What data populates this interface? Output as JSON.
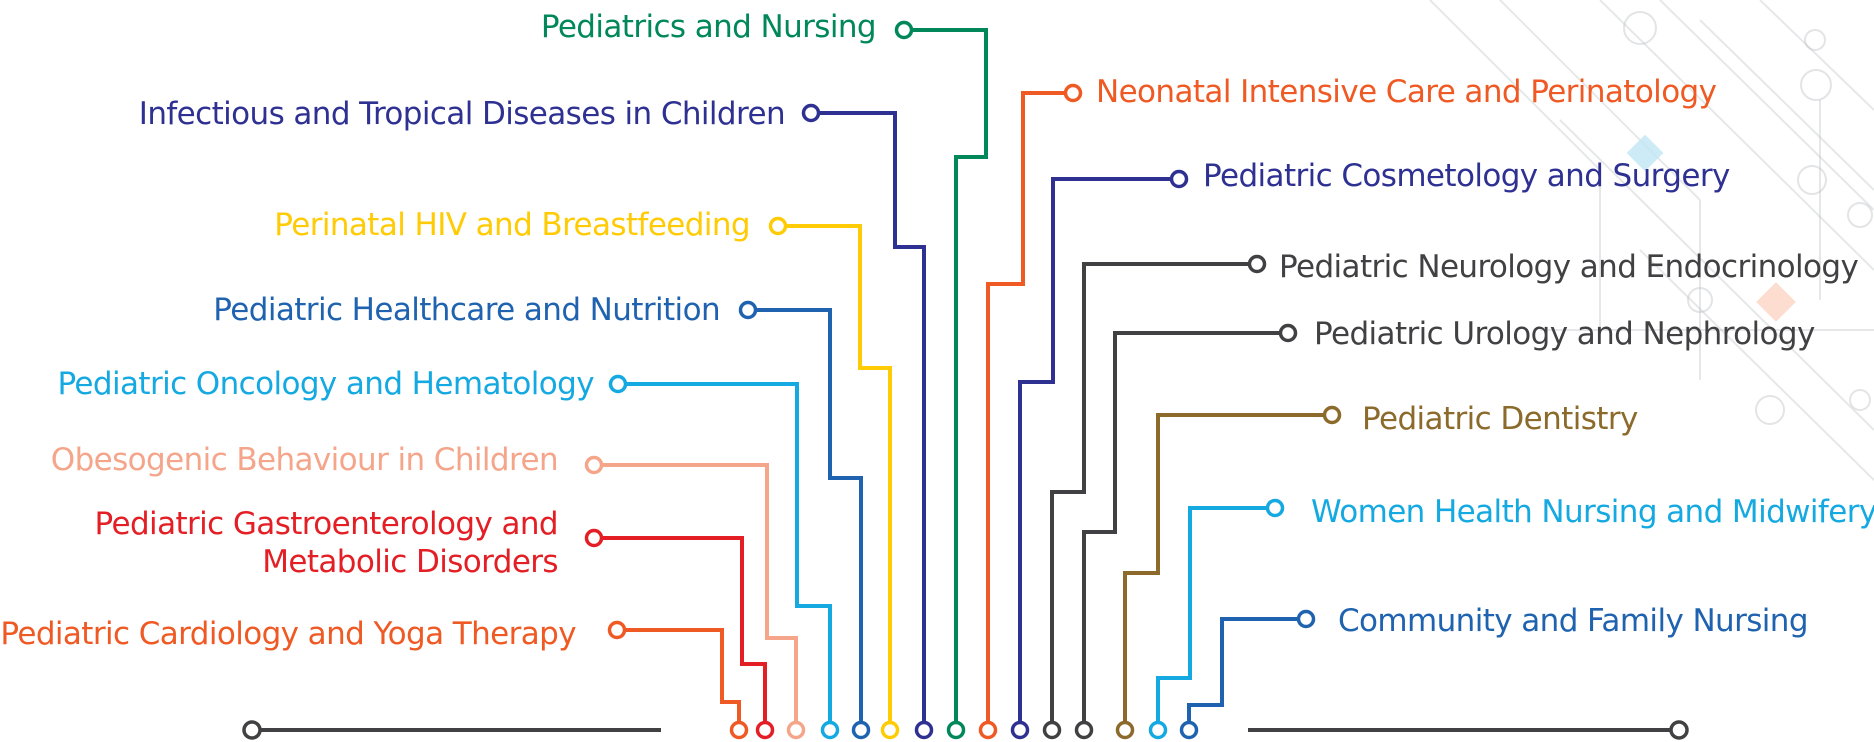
{
  "colors": {
    "green": "#00875a",
    "navy": "#2e3192",
    "yellow": "#ffcb05",
    "blue": "#1f63b0",
    "cyan": "#15a9e1",
    "peach": "#f4a58a",
    "red": "#e31e24",
    "orange": "#ef5a24",
    "dark": "#414042",
    "brown": "#8b6a2b",
    "background_deco": "#b9bcc0"
  },
  "connectors": {
    "left": [
      {
        "id": "pediatrics-nursing",
        "text": "Pediatrics and Nursing",
        "color": "#00875a"
      },
      {
        "id": "infectious-tropical",
        "text": "Infectious and Tropical Diseases in Children",
        "color": "#2e3192"
      },
      {
        "id": "perinatal-hiv",
        "text": "Perinatal HIV and Breastfeeding",
        "color": "#ffcb05"
      },
      {
        "id": "healthcare-nutrition",
        "text": "Pediatric Healthcare and Nutrition",
        "color": "#1f63b0"
      },
      {
        "id": "oncology-hematology",
        "text": "Pediatric Oncology and Hematology",
        "color": "#15a9e1"
      },
      {
        "id": "obesogenic",
        "text": "Obesogenic Behaviour in Children",
        "color": "#f4a58a"
      },
      {
        "id": "gastroenterology",
        "text": "Pediatric Gastroenterology and",
        "text2": "Metabolic Disorders",
        "color": "#e31e24"
      },
      {
        "id": "cardiology-yoga",
        "text": "Pediatric Cardiology and Yoga Therapy",
        "color": "#ef5a24"
      }
    ],
    "right": [
      {
        "id": "neonatal",
        "text": "Neonatal Intensive Care and Perinatology",
        "color": "#ef5a24"
      },
      {
        "id": "cosmetology",
        "text": "Pediatric Cosmetology and Surgery",
        "color": "#2e3192"
      },
      {
        "id": "neurology",
        "text": "Pediatric Neurology and Endocrinology",
        "color": "#414042"
      },
      {
        "id": "urology",
        "text": "Pediatric Urology and Nephrology",
        "color": "#414042"
      },
      {
        "id": "dentistry",
        "text": "Pediatric Dentistry",
        "color": "#8b6a2b"
      },
      {
        "id": "women-health",
        "text": "Women Health Nursing and Midwifery",
        "color": "#15a9e1"
      },
      {
        "id": "community",
        "text": "Community and Family Nursing",
        "color": "#1f63b0"
      }
    ]
  }
}
